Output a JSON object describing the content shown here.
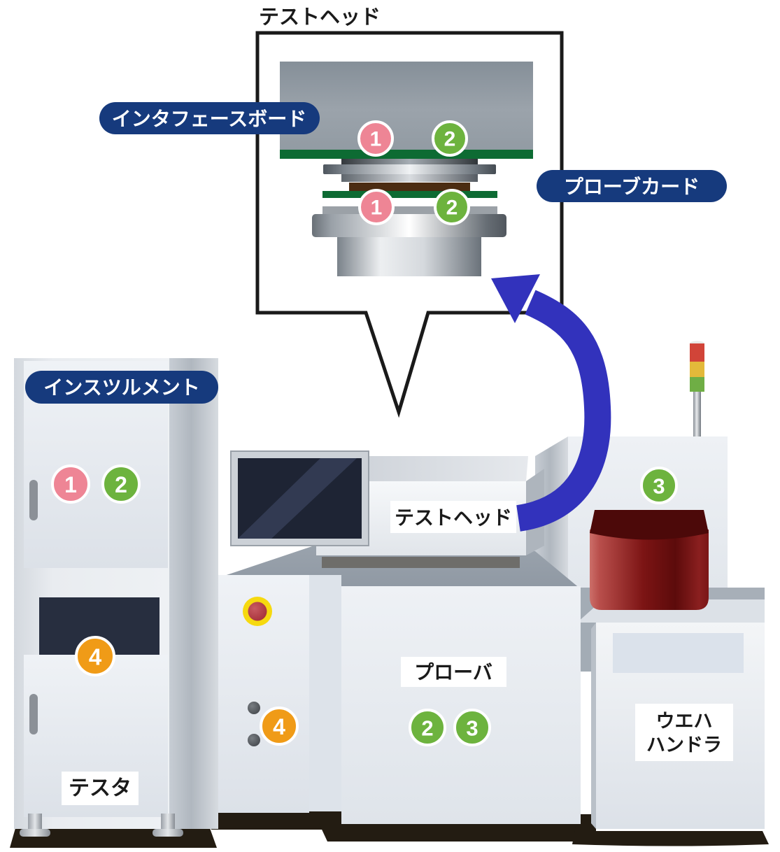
{
  "labels": {
    "inset_title": "テストヘッド",
    "interface_board": "インタフェースボード",
    "probe_card": "プローブカード",
    "instrument": "インスツルメント",
    "tester": "テスタ",
    "test_head": "テストヘッド",
    "prober": "プローバ",
    "wafer_handler_line1": "ウエハ",
    "wafer_handler_line2": "ハンドラ"
  },
  "badges": {
    "one": "1",
    "two": "2",
    "three": "3",
    "four": "4"
  },
  "colors": {
    "label_pill_navy": "#163a7d",
    "badge_pink": "#ee8595",
    "badge_green": "#6db33e",
    "badge_orange": "#f09b17",
    "arrow_blue": "#3232bc",
    "pcb_green": "#0d6b33",
    "board_brown": "#4b2c12",
    "outline_black": "#1a1a1a"
  }
}
